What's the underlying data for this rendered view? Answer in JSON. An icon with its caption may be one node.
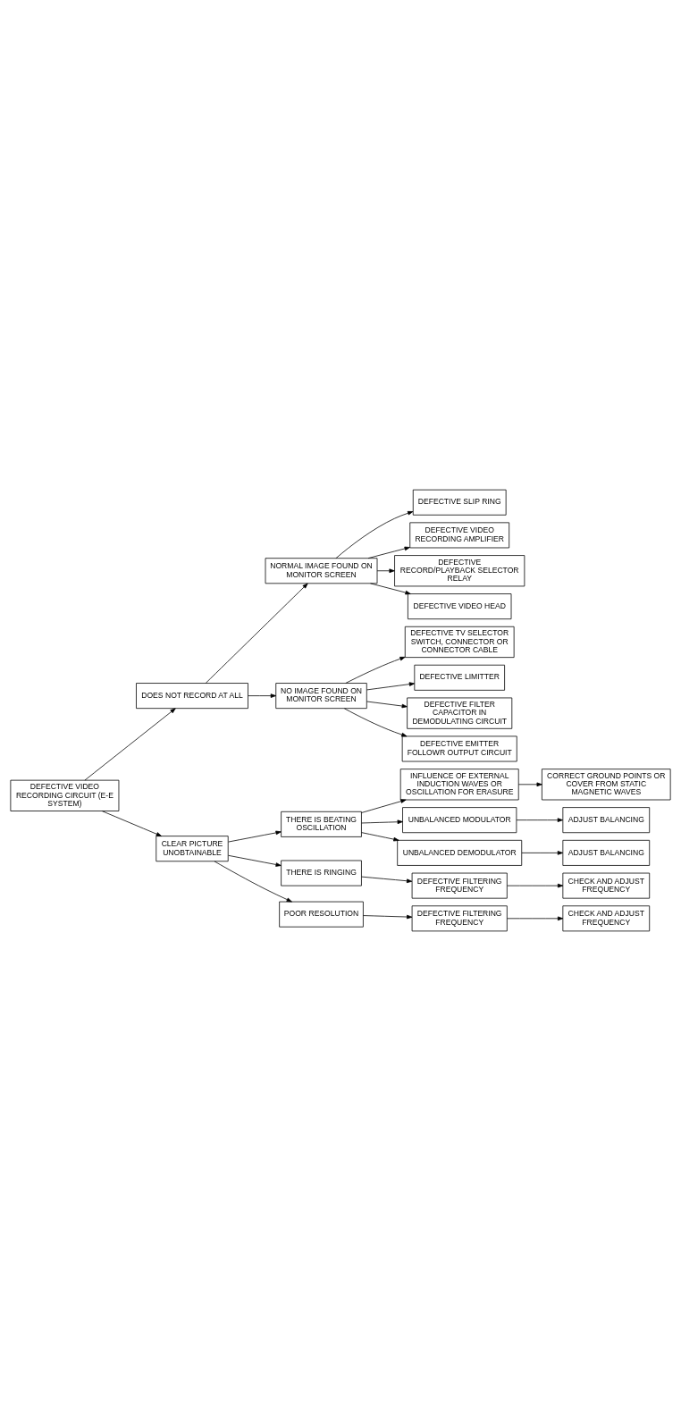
{
  "diagram": {
    "nodes": [
      {
        "text": [
          "DEFECTIVE VIDEO RECORDING CIRCUIT (E-E SYSTEM)"
        ]
      },
      {
        "text": [
          "DOES NOT RECORD AT ALL"
        ]
      },
      {
        "text": [
          "CLEAR PICTURE UNOBTAINABLE"
        ]
      },
      {
        "text": [
          "NORMAL IMAGE FOUND ON MONITOR SCREEN"
        ]
      },
      {
        "text": [
          "NO IMAGE FOUND ON MONITOR SCREEN"
        ]
      },
      {
        "text": [
          "DEFECTIVE SLIP RING"
        ]
      },
      {
        "text": [
          "DEFECTIVE VIDEO RECORDING AMPLIFIER"
        ]
      },
      {
        "text": [
          "DEFECTIVE RECORD/PLAYBACK SELECTOR RELAY"
        ]
      },
      {
        "text": [
          "DEFECTIVE VIDEO HEAD"
        ]
      },
      {
        "text": [
          "DEFECTIVE TV SELECTOR SWITCH, CONNECTOR OR CONNECTOR CABLE"
        ]
      },
      {
        "text": [
          "DEFECTIVE LIMITTER"
        ]
      },
      {
        "text": [
          "DEFECTIVE FILTER CAPACITOR IN DEMODULATING CIRCUIT"
        ]
      },
      {
        "text": [
          "DEFECTIVE EMITTER FOLLOWR OUTPUT CIRCUIT"
        ]
      },
      {
        "text": [
          "THERE IS BEATING OSCILLATION"
        ]
      },
      {
        "text": [
          "THERE IS RINGING"
        ]
      },
      {
        "text": [
          "POOR RESOLUTION"
        ]
      },
      {
        "text": [
          "INFLUENCE OF EXTERNAL INDUCTION WAVES OR OSCILLATION FOR ERASURE"
        ]
      },
      {
        "text": [
          "UNBALANCED MODULATOR"
        ]
      },
      {
        "text": [
          "UNBALANCED DEMODULATOR"
        ]
      },
      {
        "text": [
          "CORRECT GROUND POINTS OR COVER FROM STATIC MAGNETIC WAVES"
        ]
      },
      {
        "text": [
          "ADJUST BALANCING"
        ]
      },
      {
        "text": [
          "ADJUST BALANCING"
        ]
      },
      {
        "text": [
          "DEFECTIVE FILTERING FREQUENCY"
        ]
      },
      {
        "text": [
          "CHECK AND ADJUST FREQUENCY"
        ]
      },
      {
        "text": [
          "DEFECTIVE FILTERING FREQUENCY"
        ]
      },
      {
        "text": [
          "CHECK AND ADJUST FREQUENCY"
        ]
      }
    ],
    "edges": [
      {
        "from": 0,
        "to": 1,
        "arrow": "to"
      },
      {
        "from": 0,
        "to": 2,
        "arrow": "to"
      },
      {
        "from": 1,
        "to": 3,
        "arrow": "to"
      },
      {
        "from": 1,
        "to": 4,
        "arrow": "to"
      },
      {
        "from": 3,
        "to": 5,
        "arrow": "to"
      },
      {
        "from": 3,
        "to": 6,
        "arrow": "to"
      },
      {
        "from": 3,
        "to": 7,
        "arrow": "to"
      },
      {
        "from": 3,
        "to": 8,
        "arrow": "to"
      },
      {
        "from": 4,
        "to": 9,
        "arrow": "to"
      },
      {
        "from": 4,
        "to": 10,
        "arrow": "to"
      },
      {
        "from": 4,
        "to": 11,
        "arrow": "to"
      },
      {
        "from": 4,
        "to": 12,
        "arrow": "to"
      },
      {
        "from": 2,
        "to": 13,
        "arrow": "to"
      },
      {
        "from": 2,
        "to": 14,
        "arrow": "to"
      },
      {
        "from": 2,
        "to": 15,
        "arrow": "to"
      },
      {
        "from": 13,
        "to": 16,
        "arrow": "to"
      },
      {
        "from": 13,
        "to": 17,
        "arrow": "to"
      },
      {
        "from": 13,
        "to": 18,
        "arrow": "to"
      },
      {
        "from": 16,
        "to": 19,
        "arrow": "to"
      },
      {
        "from": 17,
        "to": 20,
        "arrow": "to"
      },
      {
        "from": 18,
        "to": 21,
        "arrow": "to"
      },
      {
        "from": 14,
        "to": 22,
        "arrow": "to"
      },
      {
        "from": 22,
        "to": 23,
        "arrow": "to"
      },
      {
        "from": 15,
        "to": 24,
        "arrow": "to"
      },
      {
        "from": 24,
        "to": 25,
        "arrow": "to"
      }
    ]
  }
}
